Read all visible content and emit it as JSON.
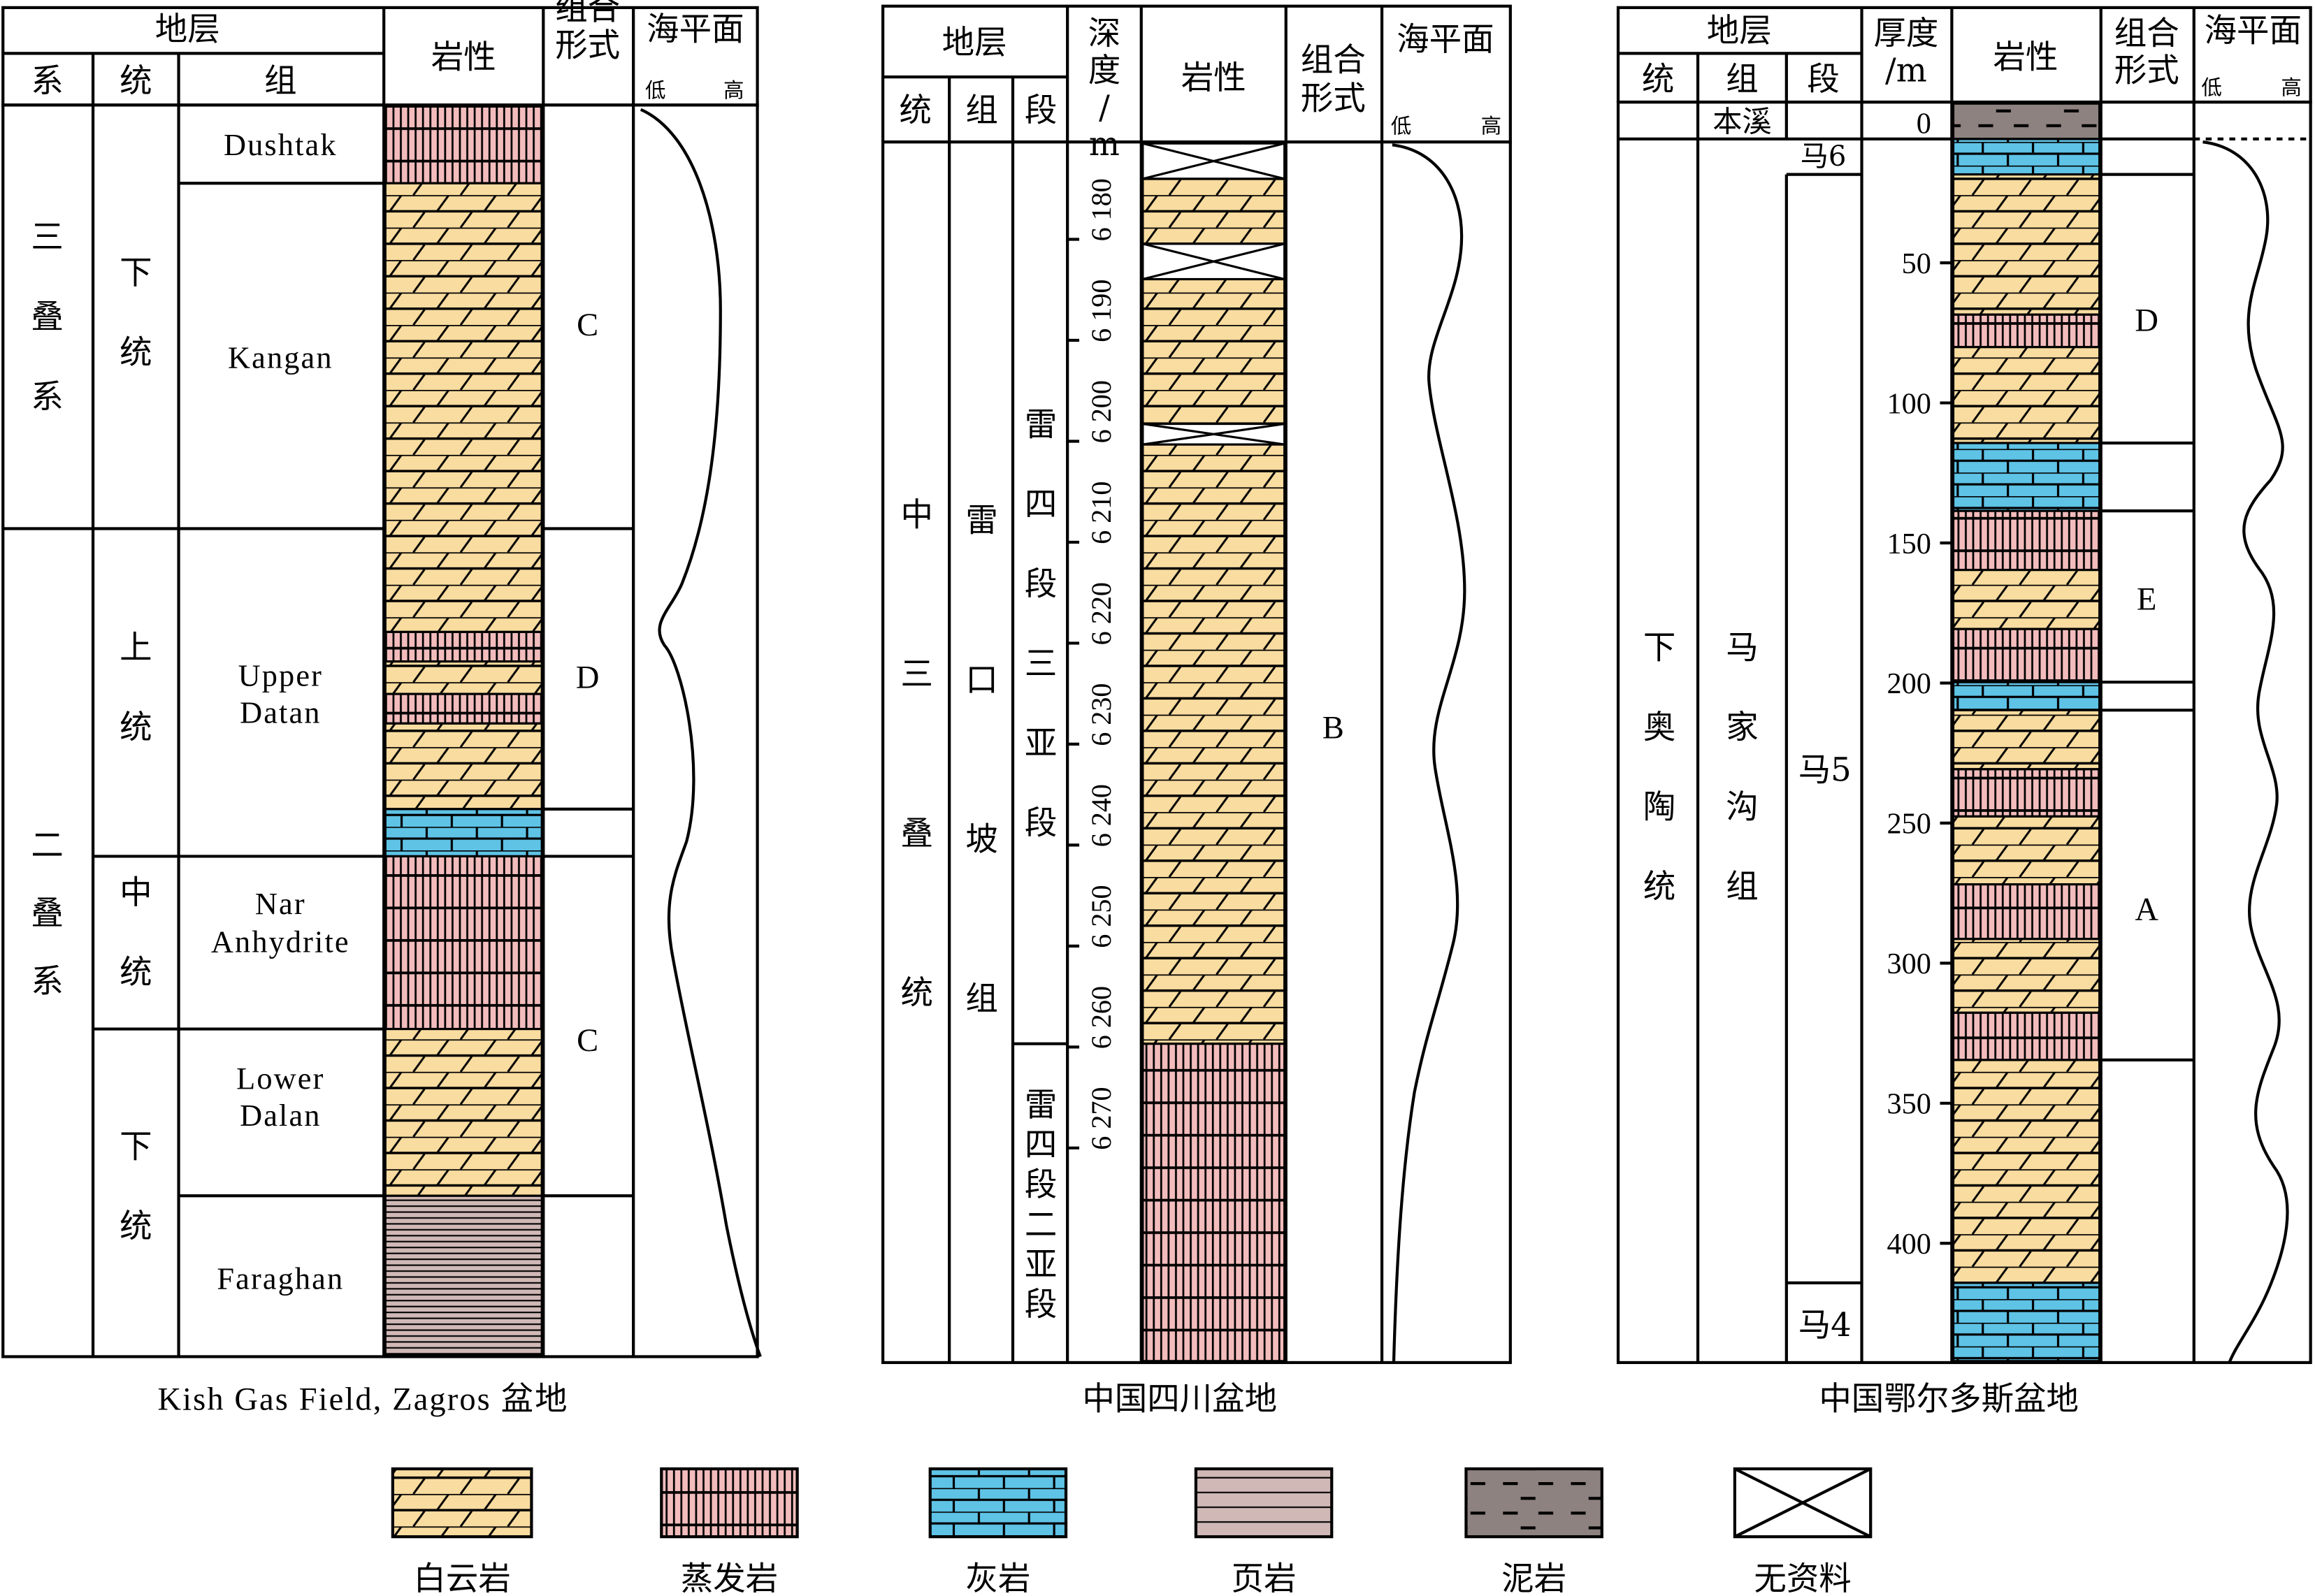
{
  "col1": {
    "title": "Kish Gas Field, Zagros 盆地",
    "h_diceng": "地层",
    "h_xi": "系",
    "h_tong": "统",
    "h_zu": "组",
    "h_yanxing": "岩性",
    "h_zuhe": "组合形式",
    "h_hai": "海平面",
    "h_low": "低",
    "h_high": "高",
    "systems": [
      "三叠系",
      "二叠系"
    ],
    "series": [
      "下统",
      "上统",
      "中统",
      "下统"
    ],
    "formations": [
      "Dushtak",
      "Kangan",
      "Upper Datan",
      "Nar Anhydrite",
      "Lower Dalan",
      "Faraghan"
    ],
    "combos": [
      "C",
      "D",
      "C"
    ]
  },
  "col2": {
    "title": "中国四川盆地",
    "h_diceng": "地层",
    "h_tong": "统",
    "h_zu": "组",
    "h_duan": "段",
    "h_depth": "深度/m",
    "h_yanxing": "岩性",
    "h_zuhe": "组合形式",
    "h_hai": "海平面",
    "h_low": "低",
    "h_high": "高",
    "series": "中三叠统",
    "formation": "雷口坡组",
    "members": [
      "雷四段三亚段",
      "雷四段二亚段"
    ],
    "depth_ticks": [
      "6 180",
      "6 190",
      "6 200",
      "6 210",
      "6 220",
      "6 230",
      "6 240",
      "6 250",
      "6 260",
      "6 270"
    ],
    "combo": "B"
  },
  "col3": {
    "title": "中国鄂尔多斯盆地",
    "h_diceng": "地层",
    "h_tong": "统",
    "h_zu": "组",
    "h_duan": "段",
    "h_thick": "厚度/m",
    "h_yanxing": "岩性",
    "h_zuhe": "组合形式",
    "h_hai": "海平面",
    "h_low": "低",
    "h_high": "高",
    "benxi": "本溪",
    "series": "下奥陶统",
    "formation": "马家沟组",
    "members": [
      "马6",
      "马5",
      "马4"
    ],
    "thick_ticks": [
      "0",
      "50",
      "100",
      "150",
      "200",
      "250",
      "300",
      "350",
      "400"
    ],
    "combos": [
      "D",
      "E",
      "A"
    ]
  },
  "legend": [
    {
      "label": "白云岩",
      "pattern": "dolomite"
    },
    {
      "label": "蒸发岩",
      "pattern": "evaporite"
    },
    {
      "label": "灰岩",
      "pattern": "limestone"
    },
    {
      "label": "页岩",
      "pattern": "shale"
    },
    {
      "label": "泥岩",
      "pattern": "mudstone"
    },
    {
      "label": "无资料",
      "pattern": "nodata"
    }
  ],
  "colors": {
    "dolomite": "#F9DCA0",
    "evaporite": "#F3BCBC",
    "limestone": "#5FC3E6",
    "shale": "#CFB8B6",
    "mudstone": "#8E8281",
    "line": "#000000"
  }
}
